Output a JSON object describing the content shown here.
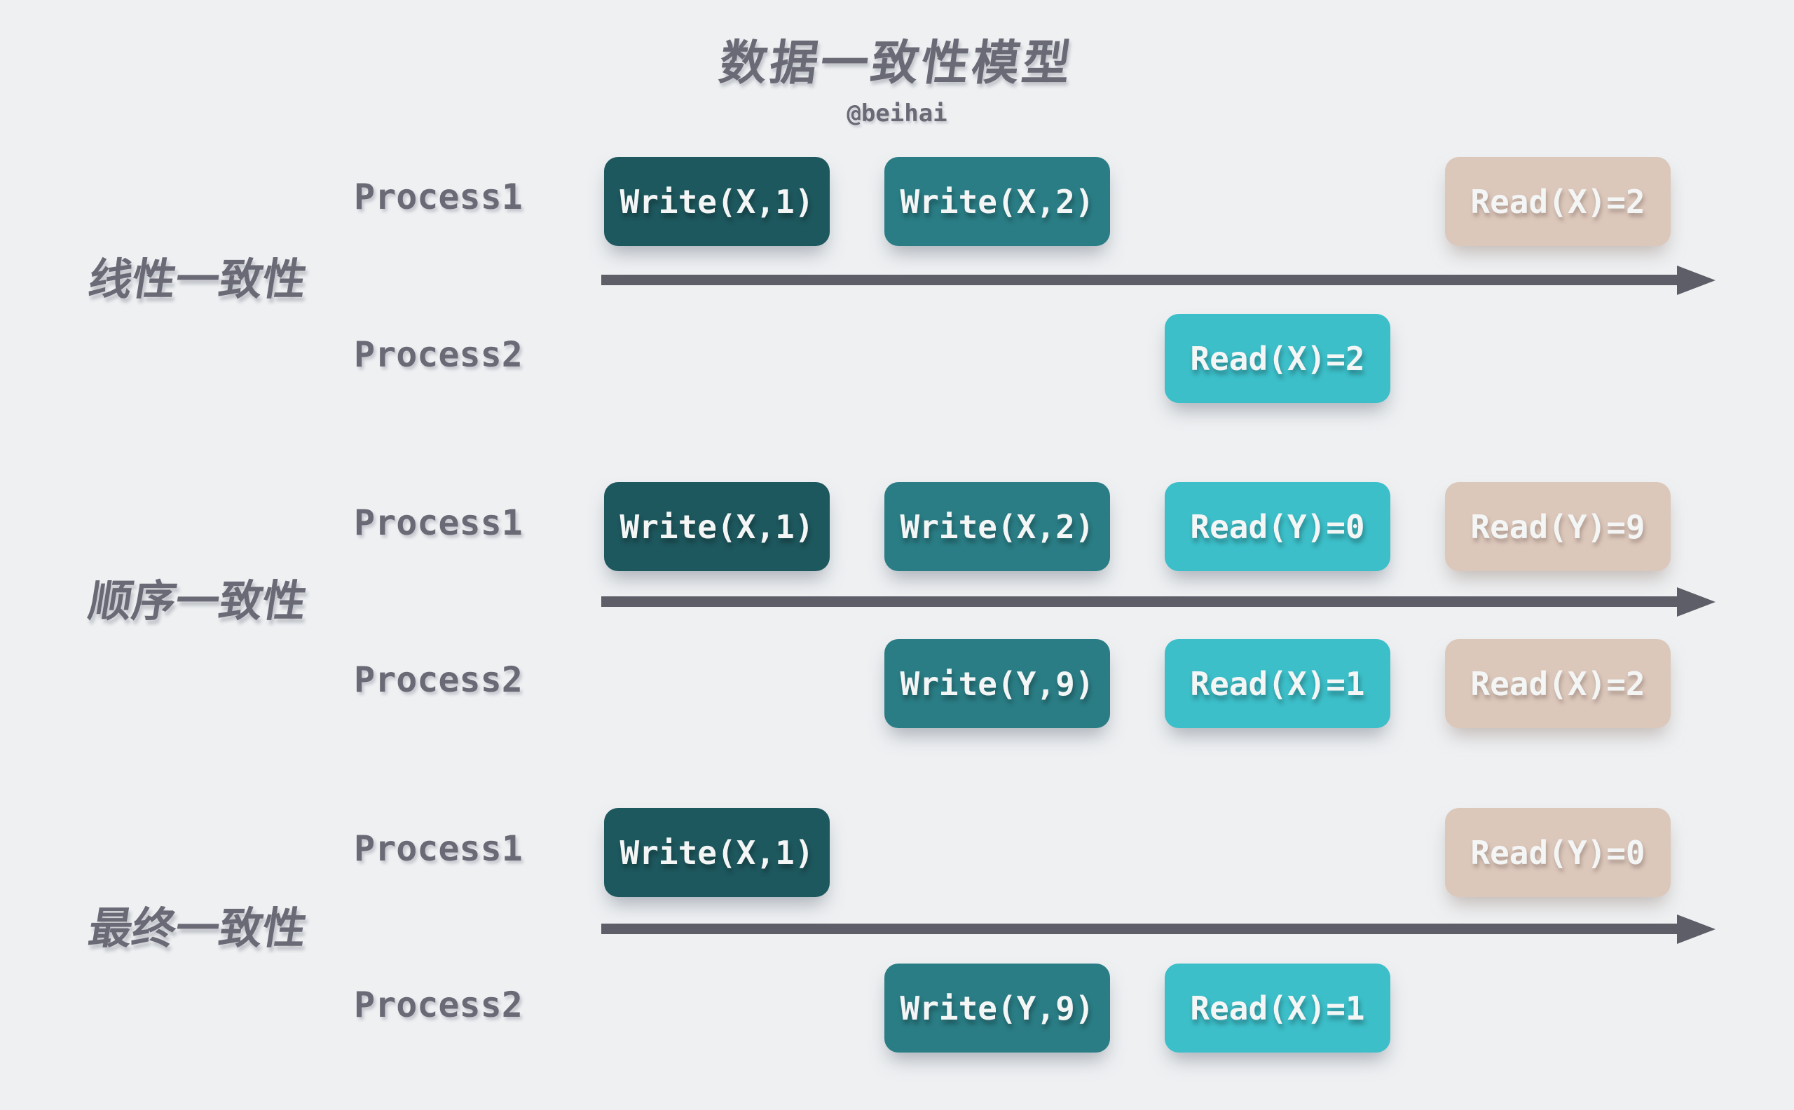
{
  "page": {
    "title": "数据一致性模型",
    "author": "@beihai"
  },
  "labels": {
    "process1": "Process1",
    "process2": "Process2"
  },
  "colors": {
    "background": "#eef0f2",
    "heading_text": "#6a6a76",
    "arrow": "#5e5e68",
    "box_text": "#f4f6f6",
    "write_dark": "#1d585e",
    "write_teal": "#2a7d85",
    "read_cyan": "#3cbfc9",
    "stale_beige": "#dcc7bb"
  },
  "sections": [
    {
      "label": "线性一致性",
      "process1_boxes": [
        {
          "text": "Write(X,1)",
          "variant": "write_dark",
          "slot": 0
        },
        {
          "text": "Write(X,2)",
          "variant": "write_teal",
          "slot": 1
        },
        {
          "text": "Read(X)=2",
          "variant": "stale_beige",
          "slot": 3
        }
      ],
      "process2_boxes": [
        {
          "text": "Read(X)=2",
          "variant": "read_cyan",
          "slot": 2
        }
      ]
    },
    {
      "label": "顺序一致性",
      "process1_boxes": [
        {
          "text": "Write(X,1)",
          "variant": "write_dark",
          "slot": 0
        },
        {
          "text": "Write(X,2)",
          "variant": "write_teal",
          "slot": 1
        },
        {
          "text": "Read(Y)=0",
          "variant": "read_cyan",
          "slot": 2
        },
        {
          "text": "Read(Y)=9",
          "variant": "stale_beige",
          "slot": 3
        }
      ],
      "process2_boxes": [
        {
          "text": "Write(Y,9)",
          "variant": "write_teal",
          "slot": 1
        },
        {
          "text": "Read(X)=1",
          "variant": "read_cyan",
          "slot": 2
        },
        {
          "text": "Read(X)=2",
          "variant": "stale_beige",
          "slot": 3
        }
      ]
    },
    {
      "label": "最终一致性",
      "process1_boxes": [
        {
          "text": "Write(X,1)",
          "variant": "write_dark",
          "slot": 0
        },
        {
          "text": "Read(Y)=0",
          "variant": "stale_beige",
          "slot": 3
        }
      ],
      "process2_boxes": [
        {
          "text": "Write(Y,9)",
          "variant": "write_teal",
          "slot": 1
        },
        {
          "text": "Read(X)=1",
          "variant": "read_cyan",
          "slot": 2
        }
      ]
    }
  ]
}
